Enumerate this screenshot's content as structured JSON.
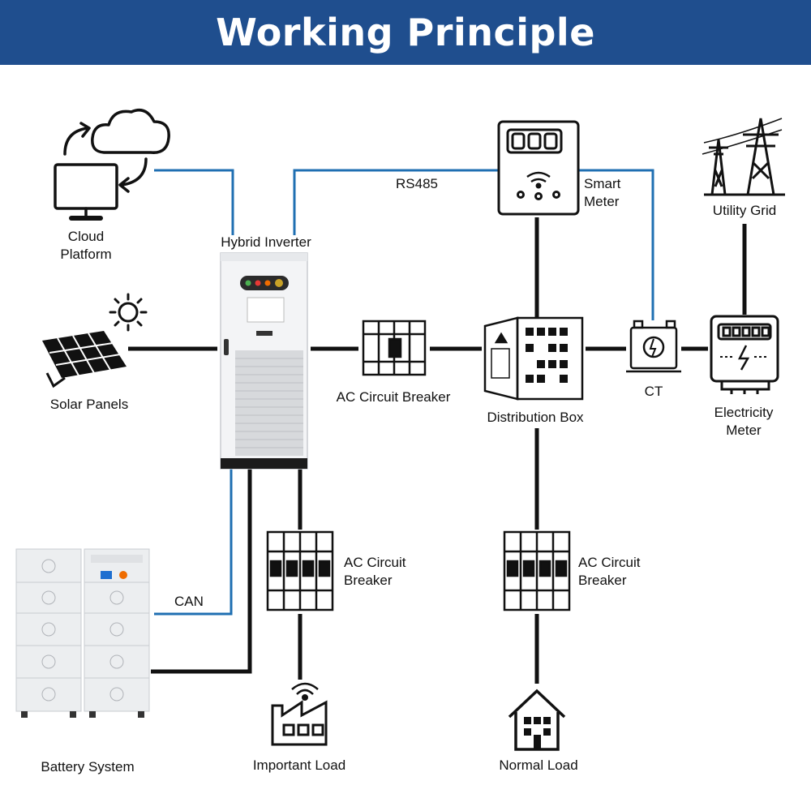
{
  "header": {
    "title": "Working Principle"
  },
  "colors": {
    "header_bg": "#1f4e8e",
    "blue_link": "#1f6fb2",
    "black_link": "#111111"
  },
  "labels": {
    "cloud_platform": "Cloud\nPlatform",
    "hybrid_inverter": "Hybrid Inverter",
    "rs485": "RS485",
    "smart_meter": "Smart\nMeter",
    "utility_grid": "Utility Grid",
    "solar_panels": "Solar Panels",
    "ac_breaker_top": "AC Circuit Breaker",
    "distribution_box": "Distribution Box",
    "ct": "CT",
    "electricity_meter": "Electricity\nMeter",
    "can": "CAN",
    "ac_breaker_left": "AC Circuit\nBreaker",
    "ac_breaker_right": "AC Circuit\nBreaker",
    "battery_system": "Battery System",
    "important_load": "Important Load",
    "normal_load": "Normal Load"
  },
  "icons": [
    "cloud-icon",
    "monitor-icon",
    "sun-icon",
    "solar-panel-icon",
    "inverter-icon",
    "breaker-icon",
    "distribution-box-icon",
    "smart-meter-icon",
    "ct-icon",
    "electricity-meter-icon",
    "transmission-tower-icon",
    "battery-rack-icon",
    "factory-icon",
    "house-icon"
  ]
}
